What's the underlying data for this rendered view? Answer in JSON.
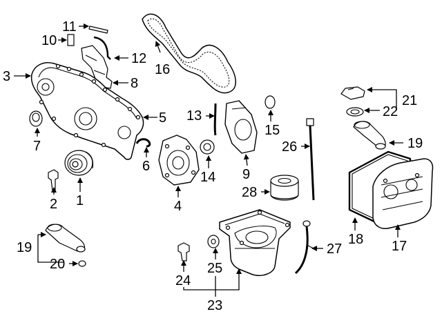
{
  "callouts": {
    "c1": "1",
    "c2": "2",
    "c3": "3",
    "c4": "4",
    "c5": "5",
    "c6": "6",
    "c7": "7",
    "c8": "8",
    "c9": "9",
    "c10": "10",
    "c11": "11",
    "c12": "12",
    "c13": "13",
    "c14": "14",
    "c15": "15",
    "c16": "16",
    "c17": "17",
    "c18": "18",
    "c19a": "19",
    "c19b": "19",
    "c20": "20",
    "c21": "21",
    "c22": "22",
    "c23": "23",
    "c24": "24",
    "c25": "25",
    "c26": "26",
    "c27": "27",
    "c28": "28"
  },
  "colors": {
    "ink": "#000000",
    "paper": "#ffffff"
  }
}
